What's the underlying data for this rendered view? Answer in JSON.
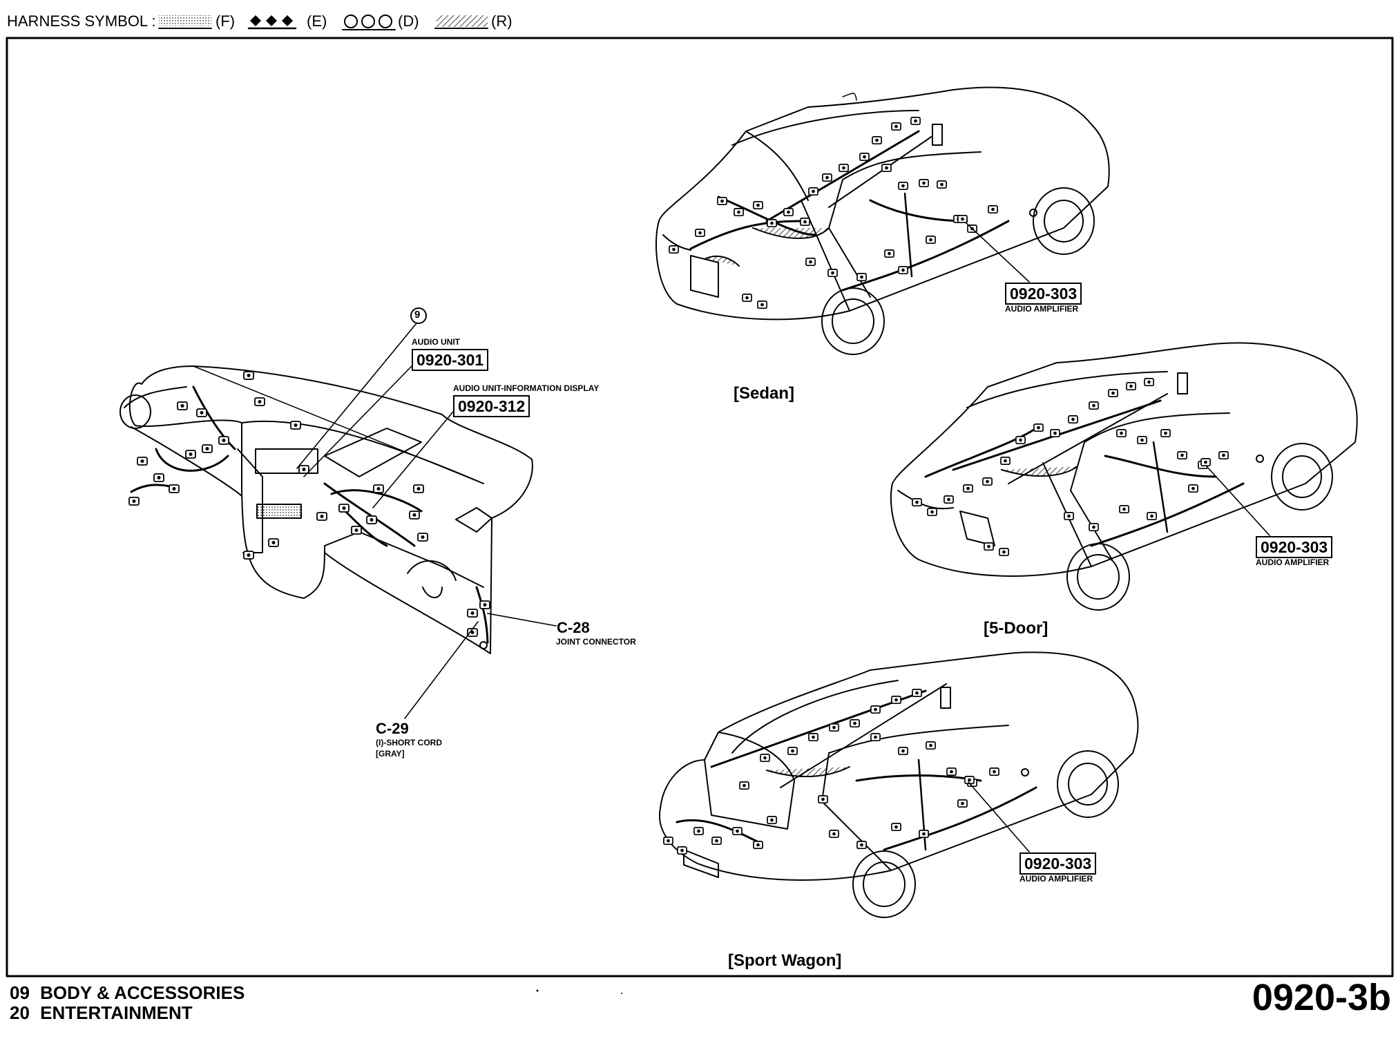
{
  "legend": {
    "title": "HARNESS SYMBOL :",
    "items": [
      {
        "pattern": "dotted-band",
        "code": "(F)"
      },
      {
        "pattern": "diamonds",
        "code": "(E)"
      },
      {
        "pattern": "circles",
        "code": "(D)"
      },
      {
        "pattern": "hatched-band",
        "code": "(R)"
      }
    ]
  },
  "dashboard": {
    "ground_marker": "9",
    "audio_unit": {
      "label": "AUDIO UNIT",
      "code": "0920-301"
    },
    "info_display": {
      "label": "AUDIO UNIT-INFORMATION DISPLAY",
      "code": "0920-312"
    },
    "c28": {
      "id": "C-28",
      "desc": "JOINT CONNECTOR"
    },
    "c29": {
      "id": "C-29",
      "desc": "(I)-SHORT CORD",
      "color_note": "[GRAY]"
    }
  },
  "vehicles": [
    {
      "caption": "[Sedan]",
      "code": "0920-303",
      "label": "AUDIO AMPLIFIER"
    },
    {
      "caption": "[5-Door]",
      "code": "0920-303",
      "label": "AUDIO AMPLIFIER"
    },
    {
      "caption": "[Sport Wagon]",
      "code": "0920-303",
      "label": "AUDIO AMPLIFIER"
    }
  ],
  "footer": {
    "section_num": "09",
    "section_name": "BODY & ACCESSORIES",
    "subsection_num": "20",
    "subsection_name": "ENTERTAINMENT",
    "page_code": "0920-3b"
  }
}
